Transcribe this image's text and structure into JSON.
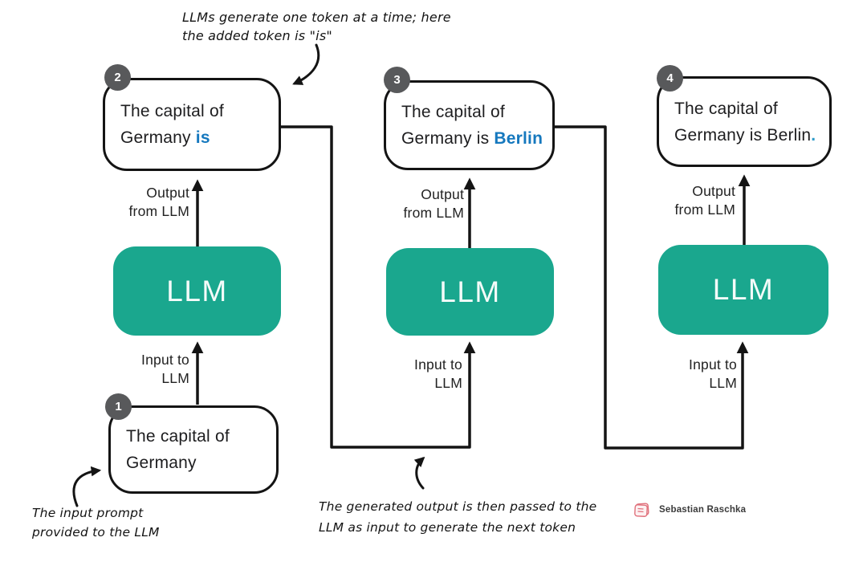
{
  "annotation_top": {
    "line1": "LLMs generate one token at a time; here",
    "line2": "the added token is \"is\""
  },
  "annotation_input": {
    "line1": "The input prompt",
    "line2": "provided to the LLM"
  },
  "annotation_loop": {
    "line1": "The generated output is then passed to the",
    "line2": "LLM as input to generate the next token"
  },
  "credit": {
    "name": "Sebastian Raschka"
  },
  "input_box": {
    "badge": "1",
    "line1": "The capital of",
    "line2": "Germany"
  },
  "columns": [
    {
      "badge": "2",
      "box_line1": "The capital of",
      "box_line2_pre": "Germany ",
      "box_line2_hl": "is",
      "llm_label": "LLM",
      "output_label_1": "Output",
      "output_label_2": "from LLM",
      "input_label_1": "Input to",
      "input_label_2": "LLM"
    },
    {
      "badge": "3",
      "box_line1": "The capital of",
      "box_line2_pre": "Germany is ",
      "box_line2_hl": "Berlin",
      "llm_label": "LLM",
      "output_label_1": "Output",
      "output_label_2": "from LLM",
      "input_label_1": "Input to",
      "input_label_2": "LLM"
    },
    {
      "badge": "4",
      "box_line1": "The capital of",
      "box_line2_pre": "Germany is Berlin",
      "box_line2_hl": ".",
      "llm_label": "LLM",
      "output_label_1": "Output",
      "output_label_2": "from LLM",
      "input_label_1": "Input to",
      "input_label_2": "LLM"
    }
  ],
  "colors": {
    "accent_blue": "#1578BE",
    "period_blue": "#2E9BC9",
    "llm_green": "#1AA78E",
    "badge_gray": "#58595B",
    "line_black": "#141414",
    "credit_pink": "#E0707B"
  }
}
